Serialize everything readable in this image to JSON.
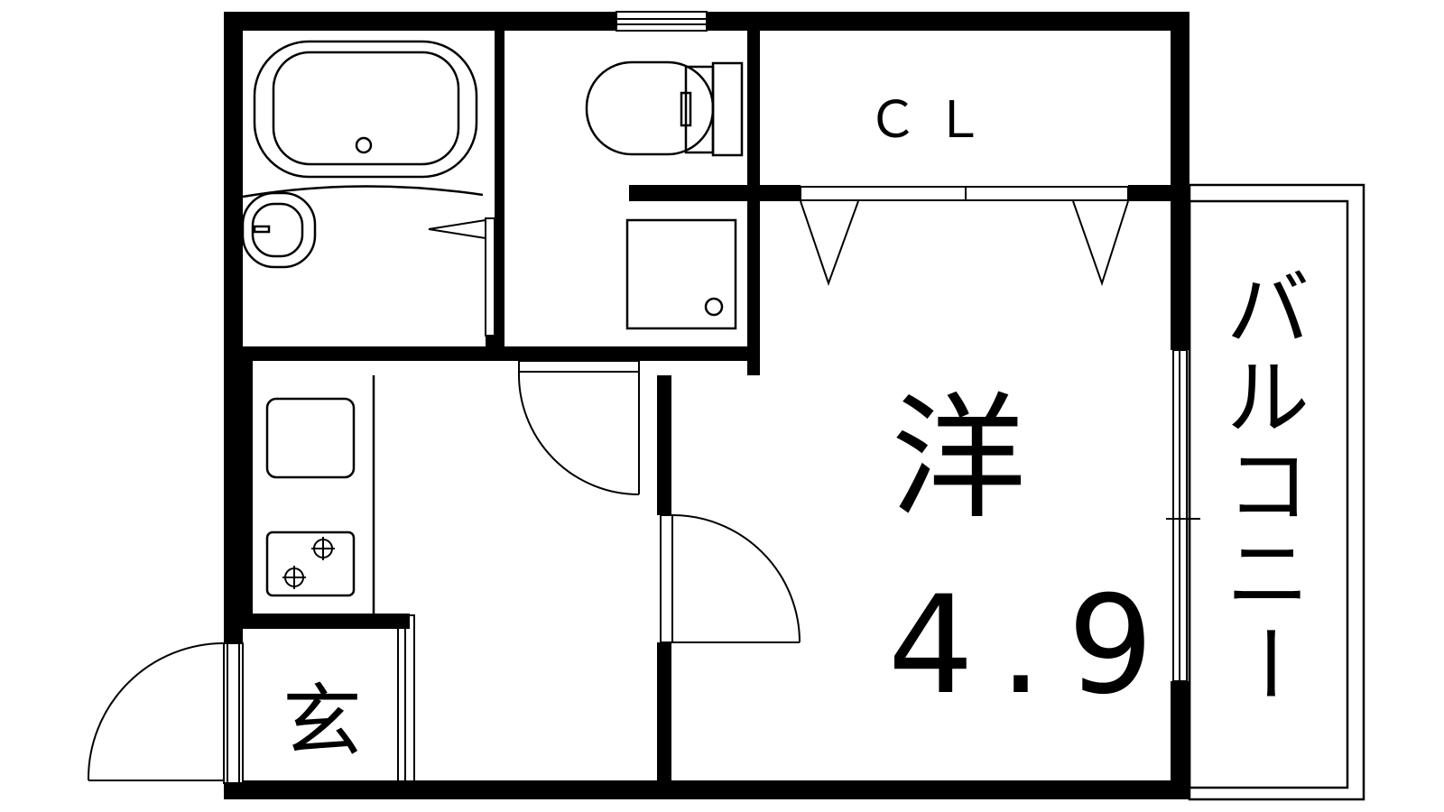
{
  "floor_plan": {
    "rooms": {
      "closet": {
        "label": "ＣＬ"
      },
      "western_room": {
        "label": "洋",
        "size": "4.9"
      },
      "entrance": {
        "label": "玄"
      },
      "balcony": {
        "label_chars": [
          "バ",
          "ル",
          "コ",
          "ニ",
          "ー"
        ]
      }
    },
    "colors": {
      "wall": "#000000",
      "background": "#ffffff"
    }
  }
}
